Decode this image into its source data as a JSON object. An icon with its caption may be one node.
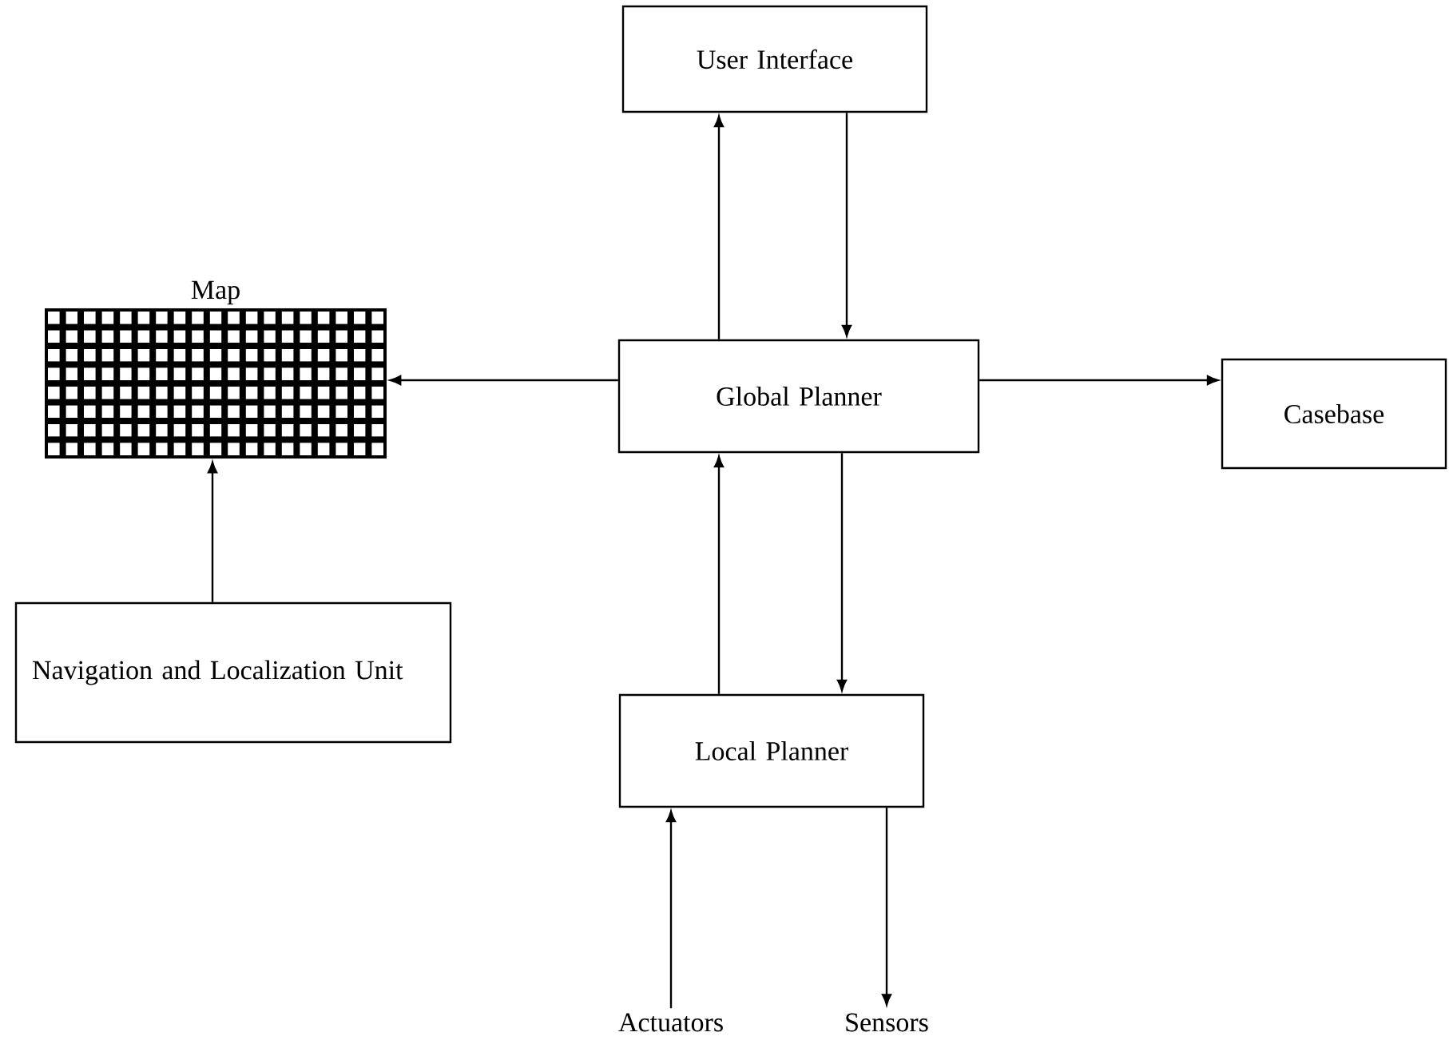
{
  "diagram": {
    "nodes": [
      {
        "text": [
          "User Interface"
        ]
      },
      {
        "text": [
          "Map"
        ]
      },
      {
        "text": [
          "Global Planner"
        ]
      },
      {
        "text": [
          "Casebase"
        ]
      },
      {
        "text": [
          "Navigation and Localization Unit"
        ]
      },
      {
        "text": [
          "Local Planner"
        ]
      },
      {
        "text": [
          "Actuators"
        ]
      },
      {
        "text": [
          "Sensors"
        ]
      }
    ],
    "edges": [
      {
        "from": 2,
        "to": 0,
        "arrow": "to"
      },
      {
        "from": 0,
        "to": 2,
        "arrow": "to"
      },
      {
        "from": 2,
        "to": 1,
        "arrow": "to"
      },
      {
        "from": 2,
        "to": 3,
        "arrow": "to"
      },
      {
        "from": 5,
        "to": 2,
        "arrow": "to"
      },
      {
        "from": 2,
        "to": 5,
        "arrow": "to"
      },
      {
        "from": 4,
        "to": 1,
        "arrow": "to"
      },
      {
        "from": 6,
        "to": 5,
        "arrow": "to"
      },
      {
        "from": 5,
        "to": 7,
        "arrow": "to"
      }
    ]
  }
}
